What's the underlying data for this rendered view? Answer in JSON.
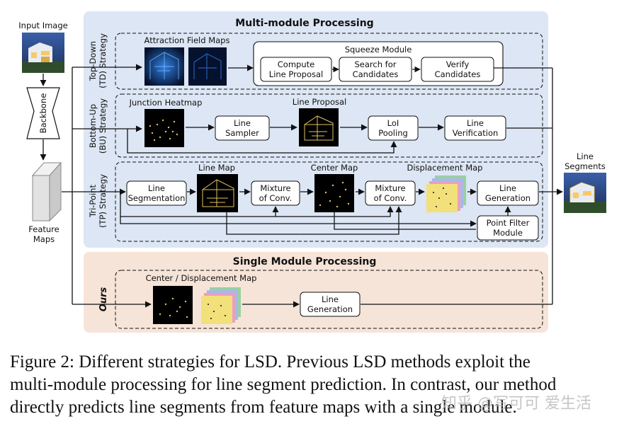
{
  "panels": {
    "multi": {
      "title": "Multi-module Processing",
      "fill": "#dce6f4"
    },
    "single": {
      "title": "Single Module Processing",
      "fill": "#f6e4d8"
    }
  },
  "left": {
    "input_image": "Input Image",
    "backbone": "Backbone",
    "feature_maps_1": "Feature",
    "feature_maps_2": "Maps"
  },
  "right": {
    "line_segments_1": "Line",
    "line_segments_2": "Segments"
  },
  "td": {
    "label_1": "Top-Down",
    "label_2": "(TD) Strategy",
    "attraction": "Attraction Field Maps",
    "squeeze": "Squeeze Module",
    "compute_1": "Compute",
    "compute_2": "Line Proposal",
    "search_1": "Search for",
    "search_2": "Candidates",
    "verify_1": "Verify",
    "verify_2": "Candidates"
  },
  "bu": {
    "label_1": "Bottom-Up",
    "label_2": "(BU) Strategy",
    "junction": "Junction Heatmap",
    "line_proposal": "Line Proposal",
    "sampler_1": "Line",
    "sampler_2": "Sampler",
    "loi_1": "LoI",
    "loi_2": "Pooling",
    "verif_1": "Line",
    "verif_2": "Verification"
  },
  "tp": {
    "label_1": "Tri-Point",
    "label_2": "(TP) Strategy",
    "seg_1": "Line",
    "seg_2": "Segmentation",
    "line_map": "Line Map",
    "mix1_1": "Mixture",
    "mix1_2": "of Conv.",
    "center_map": "Center Map",
    "mix2_1": "Mixture",
    "mix2_2": "of Conv.",
    "displacement": "Displacement Map",
    "gen_1": "Line",
    "gen_2": "Generation",
    "pf_1": "Point Filter",
    "pf_2": "Module"
  },
  "ours": {
    "label": "Ours",
    "cd_map": "Center / Displacement Map",
    "gen_1": "Line",
    "gen_2": "Generation"
  },
  "caption": {
    "line1": "Figure 2: Different strategies for LSD. Previous LSD methods exploit the",
    "line2": "multi-module processing for line segment prediction. In contrast, our method",
    "line3": "directly predicts line segments from feature maps with a single module."
  },
  "watermark": "知乎 @写可可 爱生活"
}
